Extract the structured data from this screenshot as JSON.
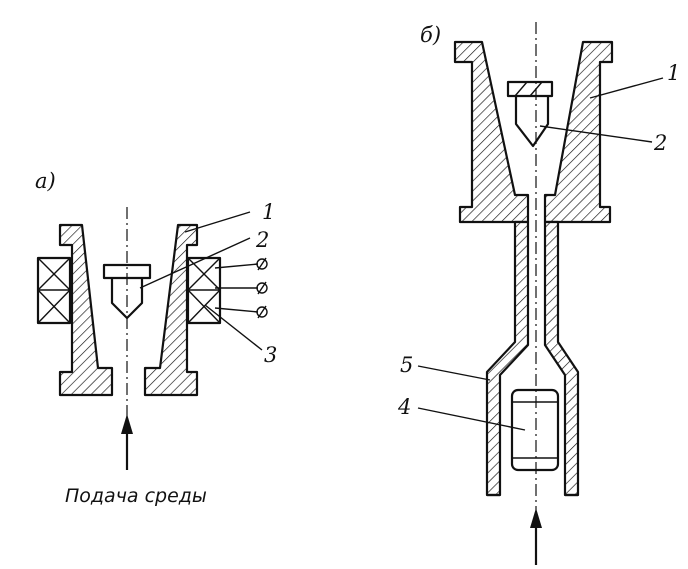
{
  "diagram_a": {
    "label": "а)",
    "parts": {
      "p1": "1",
      "p2": "2",
      "p3": "3"
    },
    "caption": "Подача среды"
  },
  "diagram_b": {
    "label": "б)",
    "parts": {
      "p1": "1",
      "p2": "2",
      "p4": "4",
      "p5": "5"
    }
  }
}
